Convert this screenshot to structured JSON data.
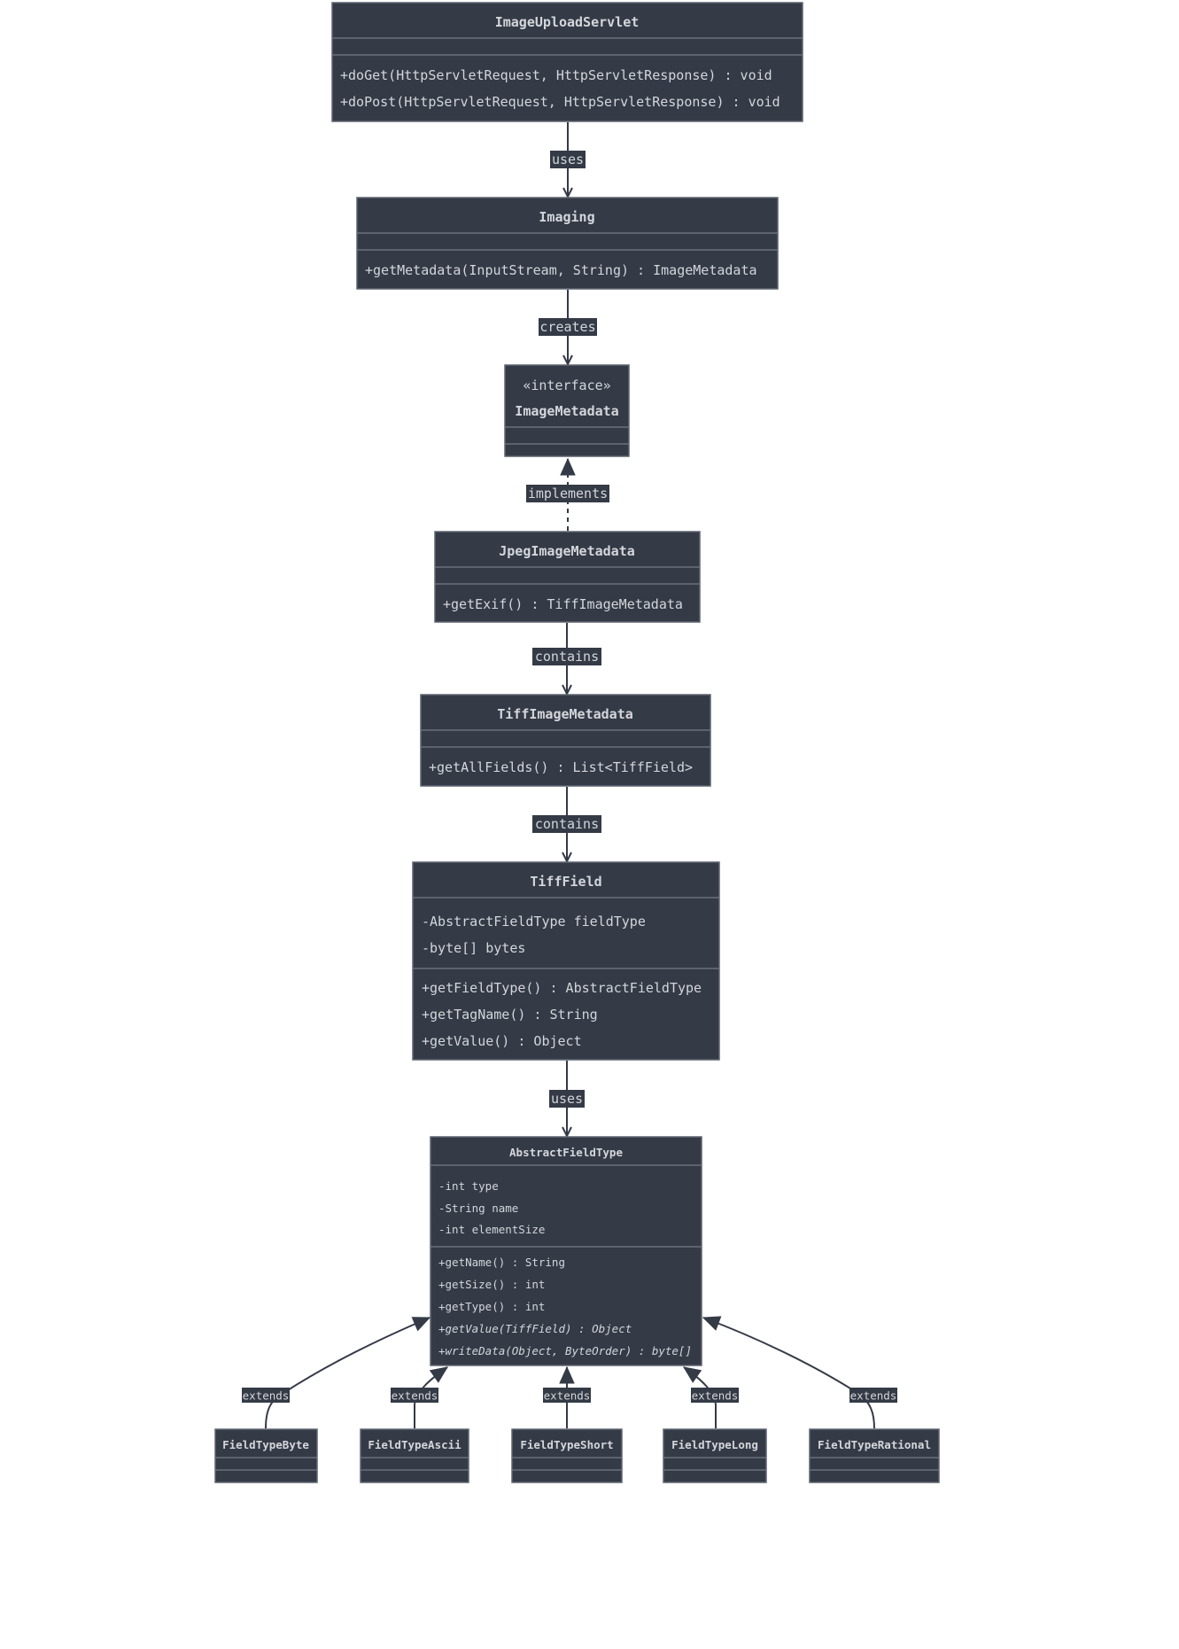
{
  "classes": {
    "servlet": {
      "name": "ImageUploadServlet",
      "attributes": [],
      "methods": [
        "+doGet(HttpServletRequest, HttpServletResponse) : void",
        "+doPost(HttpServletRequest, HttpServletResponse) : void"
      ]
    },
    "imaging": {
      "name": "Imaging",
      "attributes": [],
      "methods": [
        "+getMetadata(InputStream, String) : ImageMetadata"
      ]
    },
    "imageMetadata": {
      "stereotype": "«interface»",
      "name": "ImageMetadata",
      "attributes": [],
      "methods": []
    },
    "jpegImageMetadata": {
      "name": "JpegImageMetadata",
      "attributes": [],
      "methods": [
        "+getExif() : TiffImageMetadata"
      ]
    },
    "tiffImageMetadata": {
      "name": "TiffImageMetadata",
      "attributes": [],
      "methods": [
        "+getAllFields() : List<TiffField>"
      ]
    },
    "tiffField": {
      "name": "TiffField",
      "attributes": [
        "-AbstractFieldType fieldType",
        "-byte[] bytes"
      ],
      "methods": [
        "+getFieldType() : AbstractFieldType",
        "+getTagName() : String",
        "+getValue() : Object"
      ]
    },
    "abstractFieldType": {
      "name": "AbstractFieldType",
      "attributes": [
        "-int type",
        "-String name",
        "-int elementSize"
      ],
      "methods": [
        "+getName() : String",
        "+getSize() : int",
        "+getType() : int"
      ],
      "abstract_methods": [
        "+getValue(TiffField) : Object",
        "+writeData(Object, ByteOrder) : byte[]"
      ]
    },
    "fieldTypeByte": {
      "name": "FieldTypeByte"
    },
    "fieldTypeAscii": {
      "name": "FieldTypeAscii"
    },
    "fieldTypeShort": {
      "name": "FieldTypeShort"
    },
    "fieldTypeLong": {
      "name": "FieldTypeLong"
    },
    "fieldTypeRational": {
      "name": "FieldTypeRational"
    }
  },
  "relations": {
    "uses1": "uses",
    "creates": "creates",
    "implements": "implements",
    "contains1": "contains",
    "contains2": "contains",
    "uses2": "uses",
    "extends": "extends"
  }
}
